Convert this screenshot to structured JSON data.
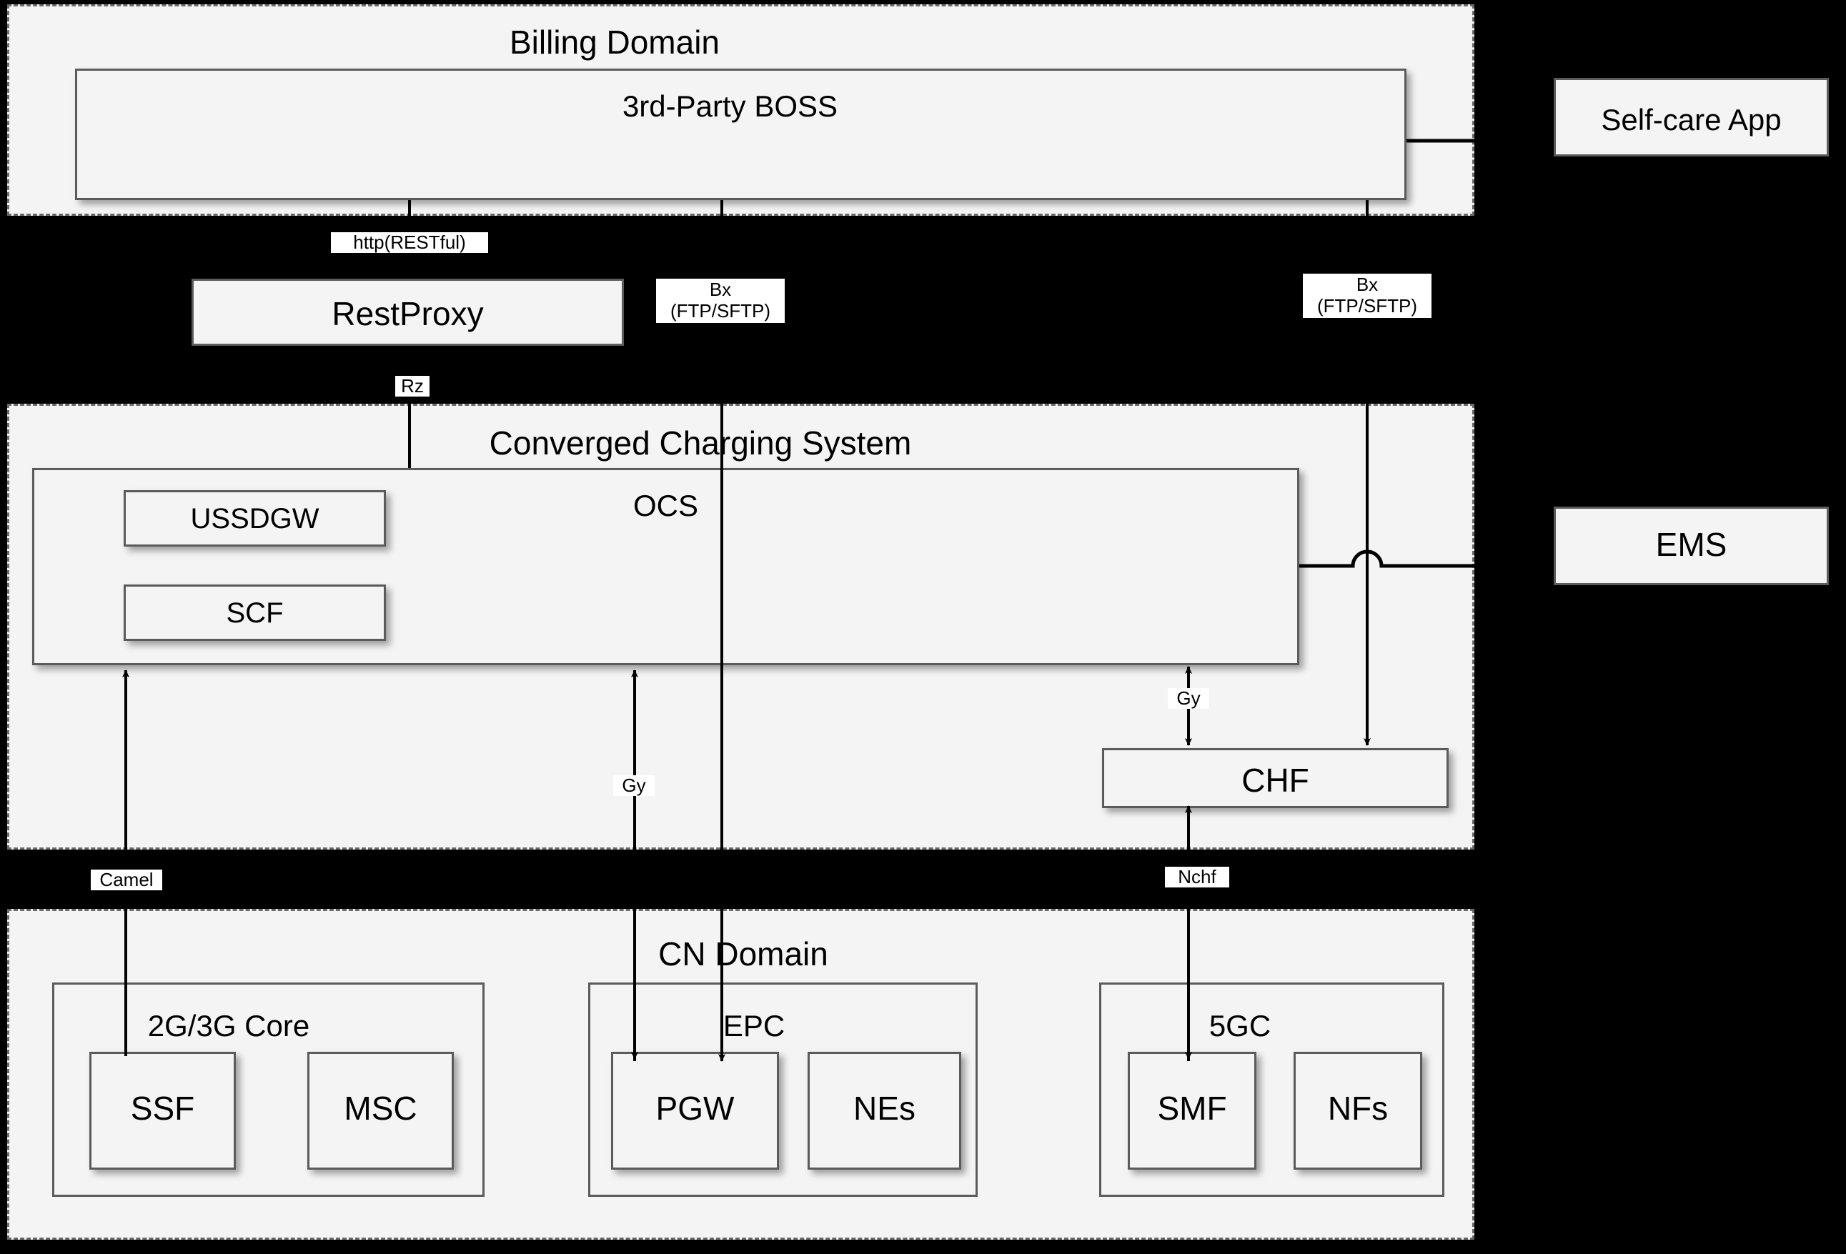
{
  "diagram": {
    "title": "Converged Charging System architecture",
    "colors": {
      "zone_fill": "#f4f4f4",
      "zone_border": "#6b6b6b",
      "box_fill": "#f4f4f4",
      "box_border": "#5b5b5b",
      "background": "#000000",
      "wire": "#000000",
      "label_bg": "#ffffff"
    }
  },
  "zones": {
    "billing_domain": {
      "title": "Billing Domain",
      "boxes": [
        {
          "label": "3rd-Party BOSS"
        }
      ]
    },
    "converged_charging_system": {
      "title": "Converged Charging System",
      "ocs": {
        "title": "OCS",
        "children": [
          {
            "label": "USSDGW"
          },
          {
            "label": "SCF"
          }
        ]
      },
      "chf": {
        "label": "CHF"
      }
    },
    "cn_domain": {
      "title": "CN Domain",
      "groups": [
        {
          "title": "2G/3G Core",
          "nodes": [
            {
              "label": "SSF"
            },
            {
              "label": "MSC"
            }
          ]
        },
        {
          "title": "EPC",
          "nodes": [
            {
              "label": "PGW"
            },
            {
              "label": "NEs"
            }
          ]
        },
        {
          "title": "5GC",
          "nodes": [
            {
              "label": "SMF"
            },
            {
              "label": "NFs"
            }
          ]
        }
      ]
    }
  },
  "standalone_nodes": [
    {
      "label": "RestProxy"
    },
    {
      "label": "Self-care App"
    },
    {
      "label": "EMS"
    }
  ],
  "interface_labels": {
    "http_restful": "http(RESTful)",
    "bx_left_line1": "Bx",
    "bx_left_line2": "(FTP/SFTP)",
    "bx_right_line1": "Bx",
    "bx_right_line2": "(FTP/SFTP)",
    "rz": "Rz",
    "camel": "Camel",
    "gy_epc": "Gy",
    "gy_chf": "Gy",
    "nchf": "Nchf"
  }
}
